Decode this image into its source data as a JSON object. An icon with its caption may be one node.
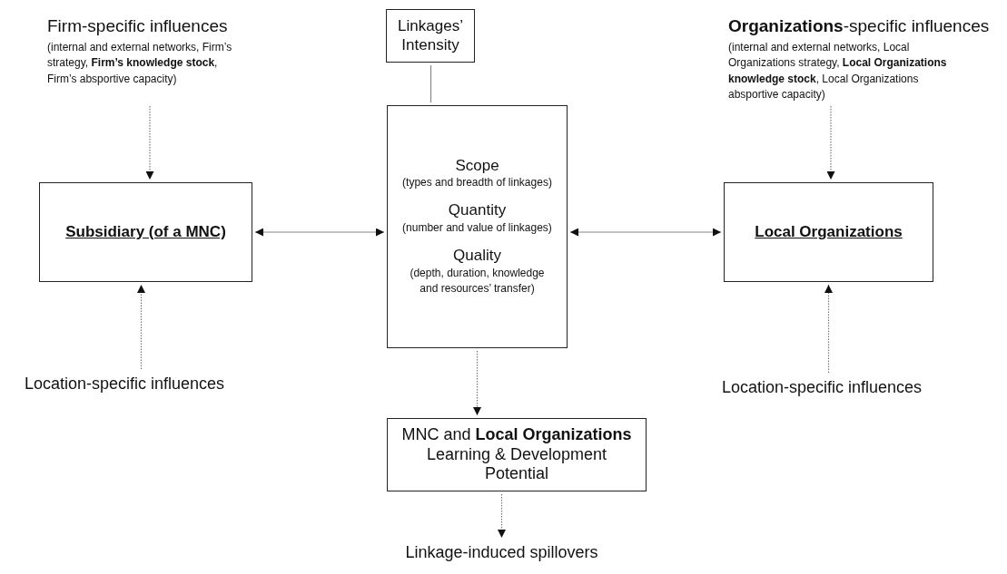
{
  "diagram": {
    "nodes": [
      {
        "text": [
          "Firm-specific influences",
          "(internal and external networks, Firm’s strategy, **Firm’s knowledge stock**, Firm’s absportive capacity)"
        ]
      },
      {
        "text": [
          "**Organizations**-specific influences",
          "(internal and external networks, Local Organizations strategy, **Local Organizations knowledge stock**, Local Organizations absportive capacity)"
        ]
      },
      {
        "text": [
          "Linkages’ Intensity"
        ]
      },
      {
        "text": [
          "Subsidiary (of a MNC)"
        ]
      },
      {
        "text": [
          "Scope",
          "(types and breadth of linkages)",
          "Quantity",
          "(number and value of linkages)",
          "Quality",
          "(depth, duration, knowledge and resources’ transfer)"
        ]
      },
      {
        "text": [
          "Local Organizations"
        ]
      },
      {
        "text": [
          "Location-specific influences"
        ]
      },
      {
        "text": [
          "Location-specific influences"
        ]
      },
      {
        "text": [
          "MNC and **Local Organizations** Learning & Development Potential"
        ]
      },
      {
        "text": [
          "Linkage-induced spillovers"
        ]
      }
    ],
    "edges": [
      {
        "from": 0,
        "to": 3,
        "arrow": "to",
        "style": "dashed"
      },
      {
        "from": 1,
        "to": 5,
        "arrow": "to",
        "style": "dashed"
      },
      {
        "from": 2,
        "to": 4,
        "arrow": "none"
      },
      {
        "from": 3,
        "to": 4,
        "arrow": "both"
      },
      {
        "from": 4,
        "to": 5,
        "arrow": "both"
      },
      {
        "from": 6,
        "to": 3,
        "arrow": "to",
        "style": "dashed"
      },
      {
        "from": 7,
        "to": 5,
        "arrow": "to",
        "style": "dashed"
      },
      {
        "from": 4,
        "to": 8,
        "arrow": "to",
        "style": "dashed"
      },
      {
        "from": 8,
        "to": 9,
        "arrow": "to",
        "style": "dashed"
      }
    ]
  }
}
